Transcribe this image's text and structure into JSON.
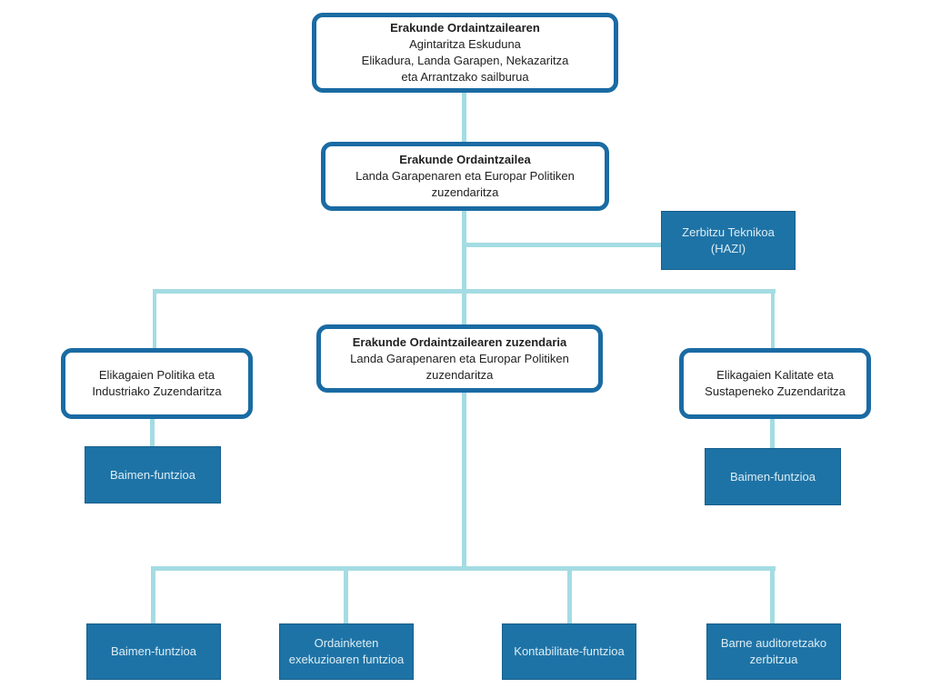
{
  "diagram": {
    "description": "Organisational chart (Basque)",
    "colors": {
      "outline_border": "#1a6ba3",
      "solid_fill": "#1e73a6",
      "connector": "#a4dce3",
      "text_dark": "#212121",
      "text_light": "#dcedf4"
    },
    "nodes": {
      "authority": {
        "title": "Erakunde Ordaintzailearen",
        "line1": "Agintaritza Eskuduna",
        "line2": "Elikadura, Landa Garapen, Nekazaritza",
        "line3": "eta Arrantzako sailburua"
      },
      "paying_agency": {
        "title": "Erakunde Ordaintzailea",
        "line1": "Landa Garapenaren eta Europar Politiken",
        "line2": "zuzendaritza"
      },
      "technical_service": {
        "line1": "Zerbitzu Teknikoa",
        "line2": "(HAZI)"
      },
      "director": {
        "title": "Erakunde Ordaintzailearen zuzendaria",
        "line1": "Landa Garapenaren eta Europar Politiken",
        "line2": "zuzendaritza"
      },
      "food_policy": {
        "line1": "Elikagaien Politika eta",
        "line2": "Industriako Zuzendaritza"
      },
      "food_quality": {
        "line1": "Elikagaien Kalitate eta",
        "line2": "Sustapeneko Zuzendaritza"
      },
      "left_authorization": {
        "label": "Baimen-funtzioa"
      },
      "right_authorization": {
        "label": "Baimen-funtzioa"
      },
      "bottom": [
        {
          "lines": [
            "Baimen-funtzioa"
          ]
        },
        {
          "lines": [
            "Ordainketen",
            "exekuzioaren funtzioa"
          ]
        },
        {
          "lines": [
            "Kontabilitate-funtzioa"
          ]
        },
        {
          "lines": [
            "Barne auditoretzako",
            "zerbitzua"
          ]
        }
      ]
    }
  }
}
